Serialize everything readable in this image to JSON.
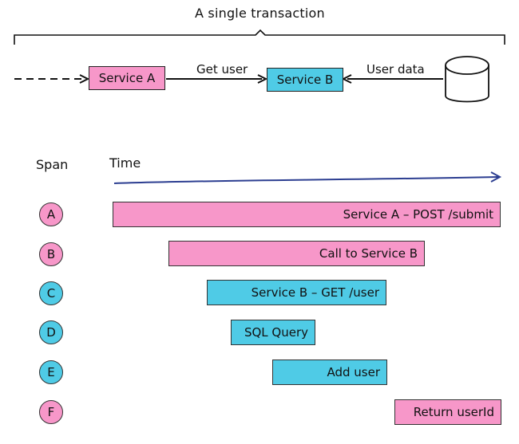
{
  "top": {
    "title": "A single transaction",
    "service_a": "Service A",
    "service_b": "Service B",
    "get_user": "Get user",
    "user_data": "User data",
    "colors": {
      "pink": "#f797c9",
      "cyan": "#4fcbe6"
    },
    "database_icon": "database-icon"
  },
  "timeline": {
    "span_header": "Span",
    "time_header": "Time",
    "spans": [
      {
        "id": "A",
        "label": "Service A – POST /submit",
        "color": "#f797c9"
      },
      {
        "id": "B",
        "label": "Call to Service B",
        "color": "#f797c9"
      },
      {
        "id": "C",
        "label": "Service B – GET /user",
        "color": "#4fcbe6"
      },
      {
        "id": "D",
        "label": "SQL Query",
        "color": "#4fcbe6"
      },
      {
        "id": "E",
        "label": "Add user",
        "color": "#4fcbe6"
      },
      {
        "id": "F",
        "label": "Return userId",
        "color": "#f797c9"
      }
    ]
  }
}
